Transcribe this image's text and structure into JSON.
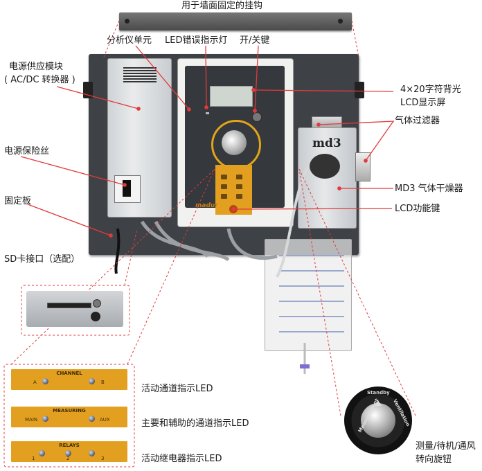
{
  "title": "用于墙面固定的挂钩",
  "labels": {
    "analyzer_unit": "分析仪单元",
    "led_error": "LED错误指示灯",
    "power_switch": "开/关键",
    "power_supply_line1": "电源供应模块",
    "power_supply_line2": "( AC/DC 转换器 )",
    "lcd_display_line1": "4×20字符背光",
    "lcd_display_line2": "LCD显示屏",
    "gas_filter": "气体过滤器",
    "fuse": "电源保险丝",
    "md3_dryer": "MD3 气体干燥器",
    "mounting_plate": "固定板",
    "lcd_function_keys": "LCD功能键",
    "sd_card": "SD卡接口（选配）",
    "channel_leds": "活动通道指示LED",
    "main_aux_leds": "主要和辅助的通道指示LED",
    "relay_leds": "活动继电器指示LED",
    "rotary_line1": "测量/待机/通风",
    "rotary_line2": "转向旋钮"
  },
  "device": {
    "md3_label": "md3",
    "brand": "madur"
  },
  "strips": {
    "channel": {
      "title": "CHANNEL",
      "a": "A",
      "b": "B"
    },
    "measuring": {
      "title": "MEASURING",
      "main": "MAIN",
      "aux": "AUX"
    },
    "relays": {
      "title": "RELAYS",
      "r1": "1",
      "r2": "2",
      "r3": "3"
    }
  },
  "rotary_knob": {
    "measurement": "Measurement",
    "standby": "Standby",
    "ventilation": "Ventilation"
  }
}
